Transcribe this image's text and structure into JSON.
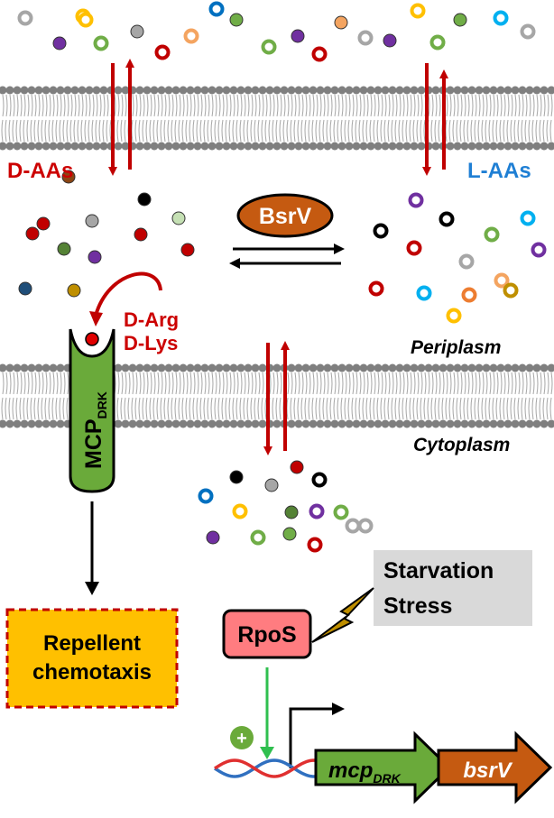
{
  "labels": {
    "d_aas": "D-AAs",
    "l_aas": "L-AAs",
    "enzyme": "BsrV",
    "d_arg": "D-Arg",
    "d_lys": "D-Lys",
    "periplasm": "Periplasm",
    "cytoplasm": "Cytoplasm",
    "mcp_main": "MCP",
    "mcp_sub": "DRK",
    "repellent_line1": "Repellent",
    "repellent_line2": "chemotaxis",
    "starvation_line1": "Starvation",
    "starvation_line2": "Stress",
    "rpos": "RpoS",
    "plus": "+",
    "gene1_main": "mcp",
    "gene1_sub": "DRK",
    "gene2": "bsrV"
  },
  "colors": {
    "red_arrow": "#c00000",
    "membrane_head": "#7f7f7f",
    "membrane_tail": "#a6a6a6",
    "bsrv_fill": "#c55a11",
    "mcp_fill": "#6aaa3a",
    "rpos_fill": "#ff7c80",
    "repellent_fill": "#ffc000",
    "stress_box": "#d9d9d9",
    "bolt_fill": "#bf8f00",
    "green_arrow": "#2fbf4f",
    "dna_red": "#e03030",
    "dna_blue": "#3070c0"
  },
  "particle_colors": [
    "#ffc000",
    "#7030a0",
    "#70ad47",
    "#c00000",
    "#a6a6a6",
    "#f4a460",
    "#0070c0",
    "#00b0f0",
    "#8b4513",
    "#000000",
    "#548235",
    "#bf8f00",
    "#c5e0b4",
    "#1f4e79",
    "#ed7d31"
  ]
}
